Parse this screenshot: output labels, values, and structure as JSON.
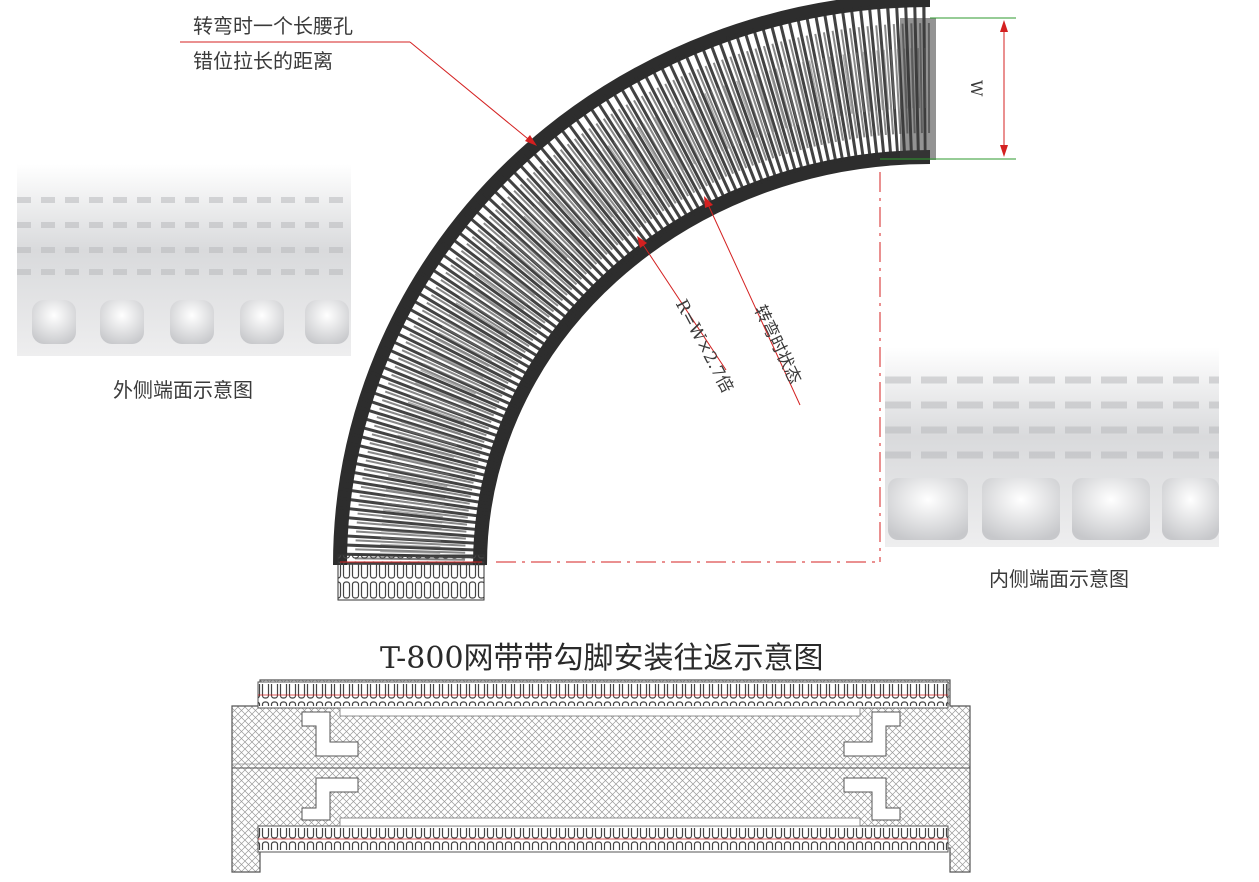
{
  "annotations": {
    "offset_line1": "转弯时一个长腰孔",
    "offset_line2": "错位拉长的距离",
    "width_symbol": "W",
    "radius": "R=W×2.7倍",
    "turning_state": "转弯时状态"
  },
  "photos": {
    "outer_caption": "外侧端面示意图",
    "inner_caption": "内侧端面示意图"
  },
  "section": {
    "title": "T-800网带带勾脚安装往返示意图"
  },
  "colors": {
    "leader_red": "#d42020",
    "dim_green": "#2e9a2e",
    "belt_dark": "#2d2d2d"
  }
}
